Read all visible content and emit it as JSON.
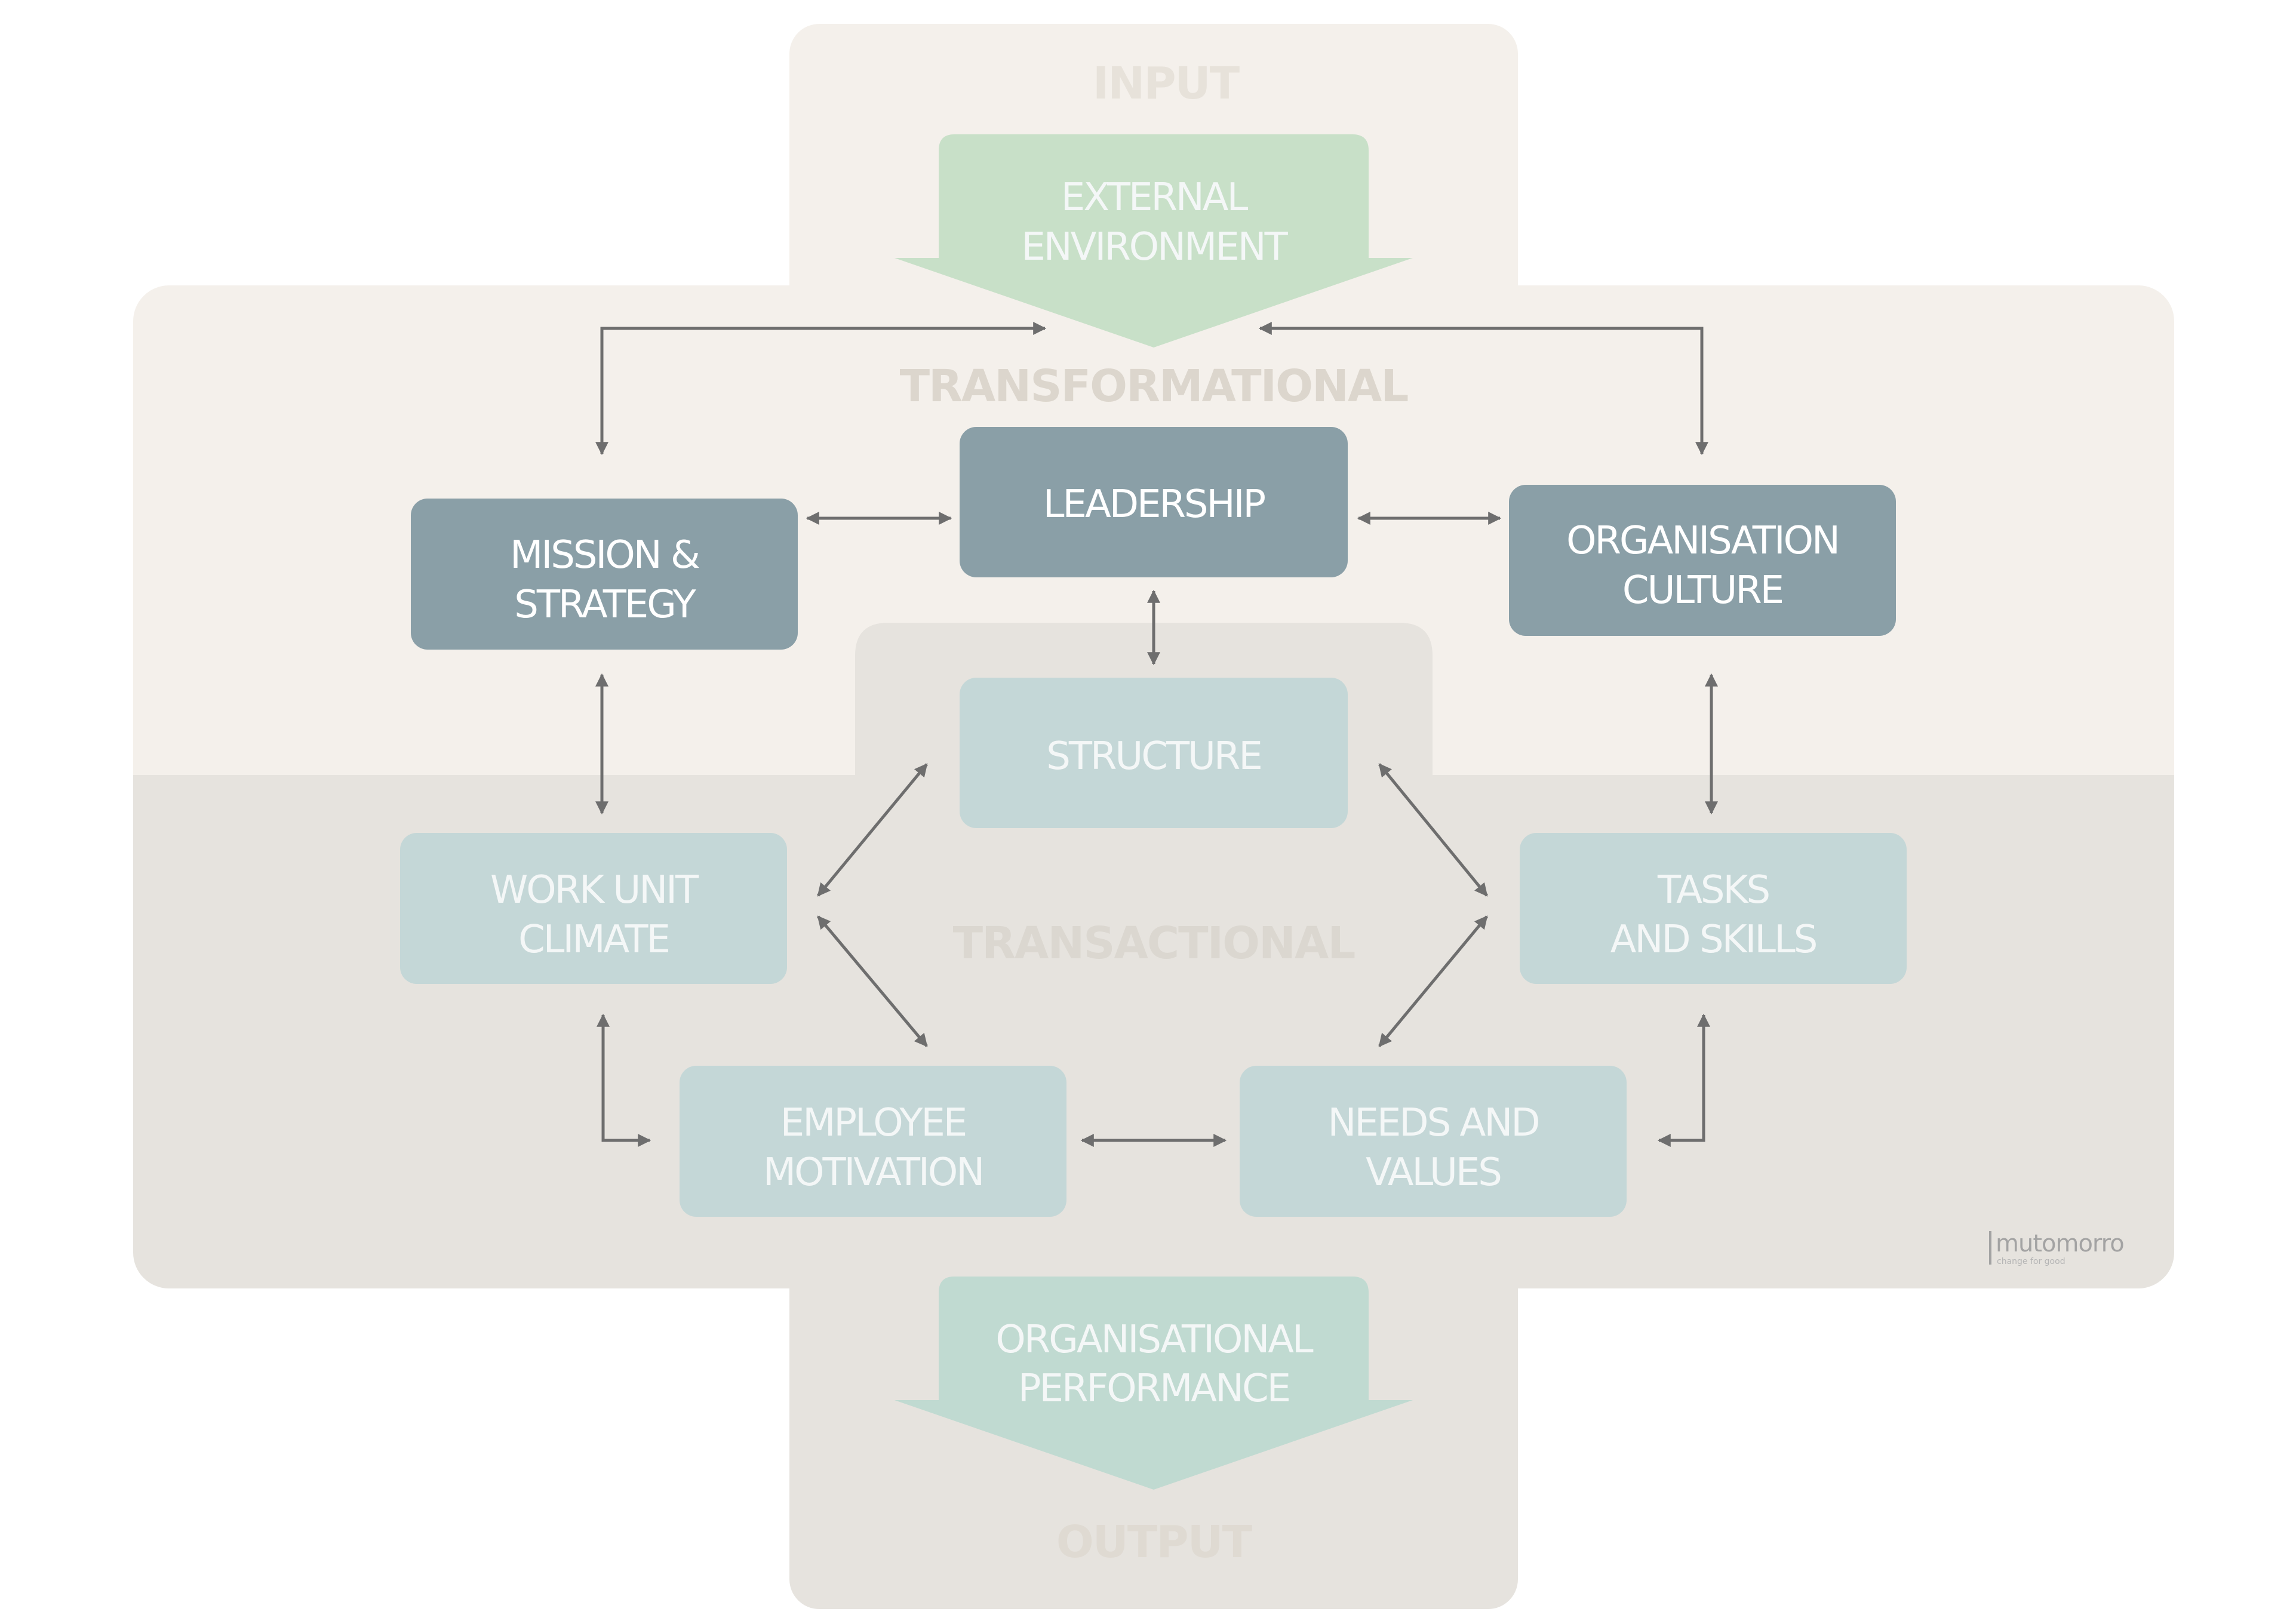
{
  "diagram": {
    "sections": {
      "input": "INPUT",
      "transformational": "TRANSFORMATIONAL",
      "transactional": "TRANSACTIONAL",
      "output": "OUTPUT"
    },
    "arrows": {
      "external_environment": [
        "EXTERNAL",
        "ENVIRONMENT"
      ],
      "organisational_performance": [
        "ORGANISATIONAL",
        "PERFORMANCE"
      ]
    },
    "boxes": {
      "leadership": [
        "LEADERSHIP"
      ],
      "mission_strategy": [
        "MISSION &",
        "STRATEGY"
      ],
      "organisation_culture": [
        "ORGANISATION",
        "CULTURE"
      ],
      "structure": [
        "STRUCTURE"
      ],
      "work_unit_climate": [
        "WORK UNIT",
        "CLIMATE"
      ],
      "tasks_skills": [
        "TASKS",
        "AND SKILLS"
      ],
      "employee_motivation": [
        "EMPLOYEE",
        "MOTIVATION"
      ],
      "needs_values": [
        "NEEDS AND",
        "VALUES"
      ]
    },
    "brand": {
      "name": "mutomorro",
      "tagline": "change for good"
    },
    "colors": {
      "transformational_box": "#8a9fa7",
      "transactional_box": "#c4d7d7",
      "external_arrow": "#c8e0c8",
      "performance_arrow": "#c0dad1",
      "light_panel": "#f4f0eb",
      "dark_panel": "#e6e3de",
      "connector": "#6e6e6e"
    }
  }
}
